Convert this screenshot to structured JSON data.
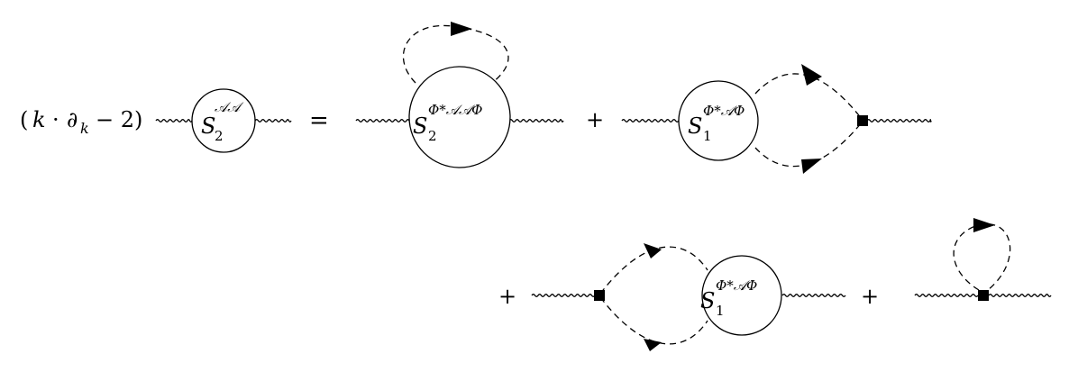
{
  "equation": {
    "lhs_prefix": {
      "open": "(",
      "k1": "k",
      "dot": "·",
      "partial": "∂",
      "partial_sub": "k",
      "minus_two": "− 2)"
    },
    "equals": "=",
    "plus": "+",
    "blobs": {
      "b1": {
        "base": "S",
        "sup": "𝒜𝒜",
        "sub": "2"
      },
      "b2": {
        "base": "S",
        "sup": "Φ*𝒜𝒜Φ",
        "sub": "2"
      },
      "b3": {
        "base": "S",
        "sup": "Φ*𝒜Φ",
        "sub": "1"
      },
      "b4": {
        "base": "S",
        "sup": "Φ*𝒜Φ",
        "sub": "1"
      }
    }
  }
}
